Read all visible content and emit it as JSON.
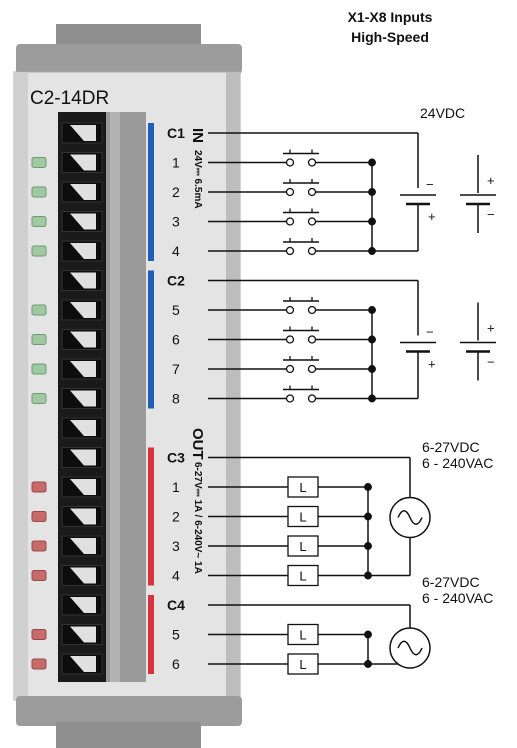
{
  "header": {
    "title_line1": "X1-X8 Inputs",
    "title_line2": "High-Speed"
  },
  "module": {
    "model": "C2-14DR",
    "in_label": "IN",
    "in_rating": "24V⎓ 6.5mA",
    "out_label": "OUT",
    "out_rating": "6-27V⎓ 1A / 6-240V~ 1A"
  },
  "inputs": {
    "groups": [
      {
        "common": "C1",
        "terminals": [
          "1",
          "2",
          "3",
          "4"
        ]
      },
      {
        "common": "C2",
        "terminals": [
          "5",
          "6",
          "7",
          "8"
        ]
      }
    ],
    "supply_label": "24VDC",
    "battery_signs": {
      "minus": "−",
      "plus": "+"
    }
  },
  "outputs": {
    "groups": [
      {
        "common": "C3",
        "terminals": [
          "1",
          "2",
          "3",
          "4"
        ]
      },
      {
        "common": "C4",
        "terminals": [
          "5",
          "6"
        ]
      }
    ],
    "load_label": "L",
    "supply_line1": "6-27VDC",
    "supply_line2": "6 - 240VAC"
  },
  "colors": {
    "input_bar": "#1d5fb4",
    "output_bar": "#d8323e",
    "input_led": "#9fc9a2",
    "output_led": "#c96a6a",
    "housing": "#e6e6e6",
    "housing_dark": "#8f8f8f",
    "wire": "#111111"
  },
  "icons": {
    "ac_source": "ac-source-icon",
    "switch": "pushbutton-switch-icon",
    "battery": "battery-icon",
    "load": "load-box-icon"
  }
}
